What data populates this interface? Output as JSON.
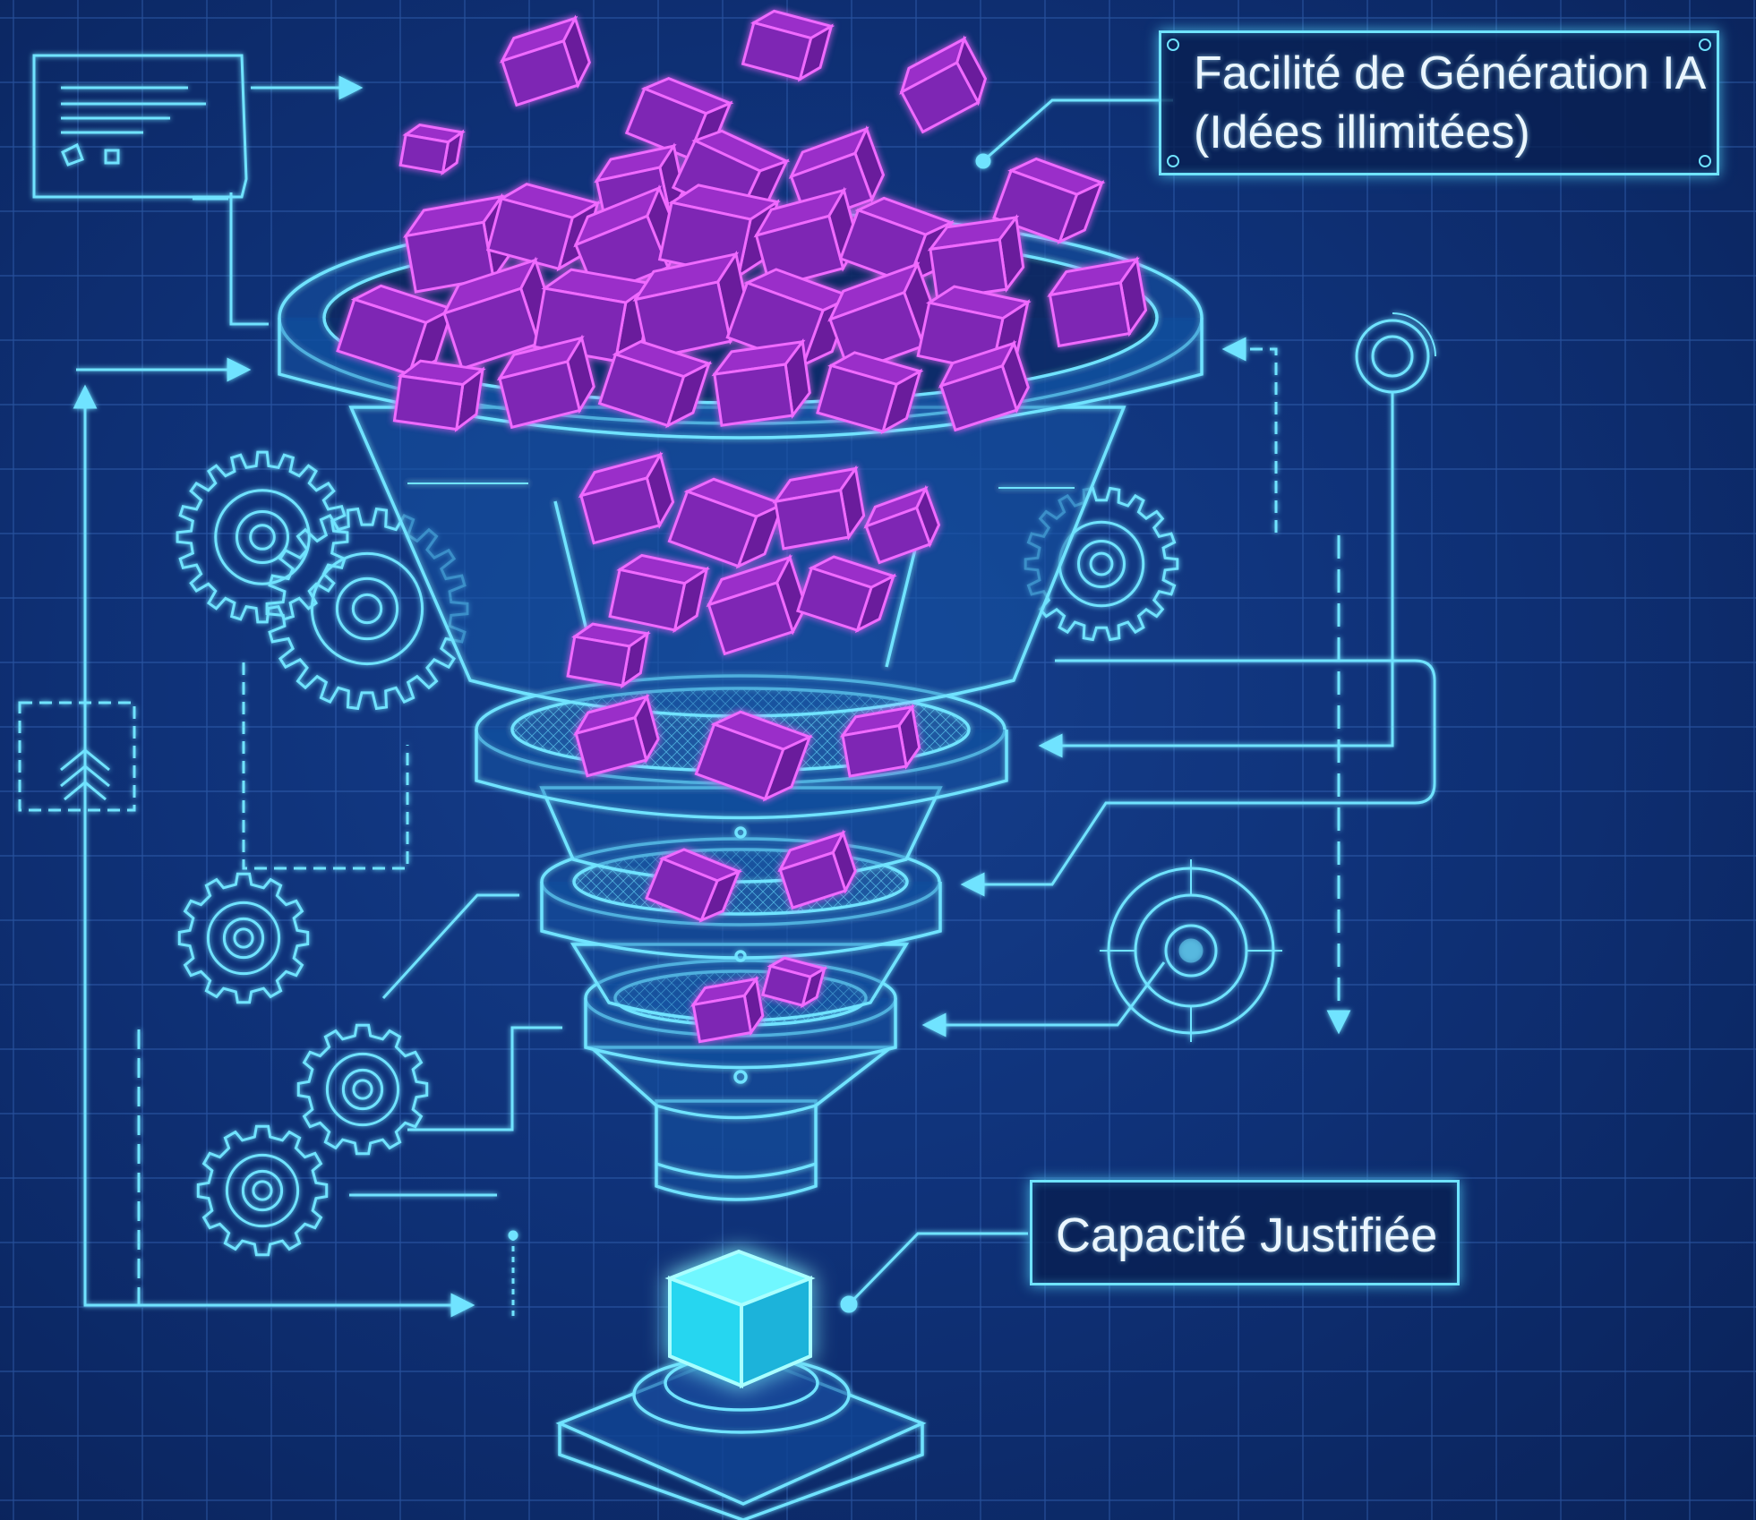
{
  "diagram": {
    "labels": {
      "top_line1": "Facilité de Génération IA",
      "top_line2": "(Idées illimitées)",
      "bottom": "Capacité Justifiée"
    },
    "colors": {
      "background": "#0f3279",
      "grid": "#3d6fc2",
      "line": "#6fe3ff",
      "cube_magenta": "#e040ff",
      "cube_output": "#3ff2ff"
    },
    "icons": [
      "gear-icon",
      "target-icon",
      "chevron-up-icon",
      "document-icon",
      "arrow-icon",
      "cube-icon",
      "funnel-icon"
    ]
  }
}
